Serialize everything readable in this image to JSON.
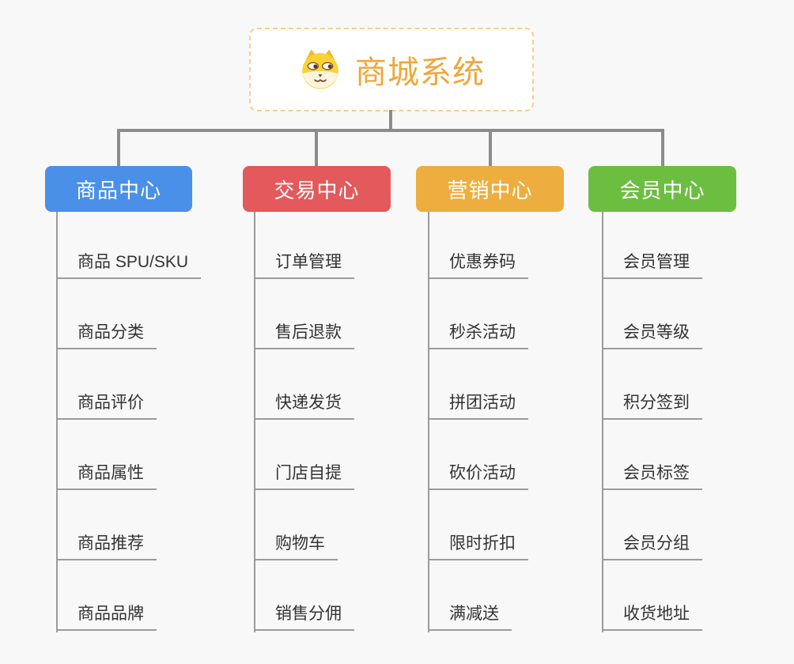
{
  "root": {
    "title": "商城系统",
    "icon": "dog-face-icon",
    "title_color": "#f0a73c",
    "border_color": "#f7ce8e"
  },
  "connector_color": "#8c8c8c",
  "branches": [
    {
      "label": "商品中心",
      "color": "#4a90e8",
      "items": [
        "商品 SPU/SKU",
        "商品分类",
        "商品评价",
        "商品属性",
        "商品推荐",
        "商品品牌"
      ]
    },
    {
      "label": "交易中心",
      "color": "#e4595b",
      "items": [
        "订单管理",
        "售后退款",
        "快递发货",
        "门店自提",
        "购物车",
        "销售分佣"
      ]
    },
    {
      "label": "营销中心",
      "color": "#edae3f",
      "items": [
        "优惠券码",
        "秒杀活动",
        "拼团活动",
        "砍价活动",
        "限时折扣",
        "满减送"
      ]
    },
    {
      "label": "会员中心",
      "color": "#6cbe40",
      "items": [
        "会员管理",
        "会员等级",
        "积分签到",
        "会员标签",
        "会员分组",
        "收货地址"
      ]
    }
  ]
}
